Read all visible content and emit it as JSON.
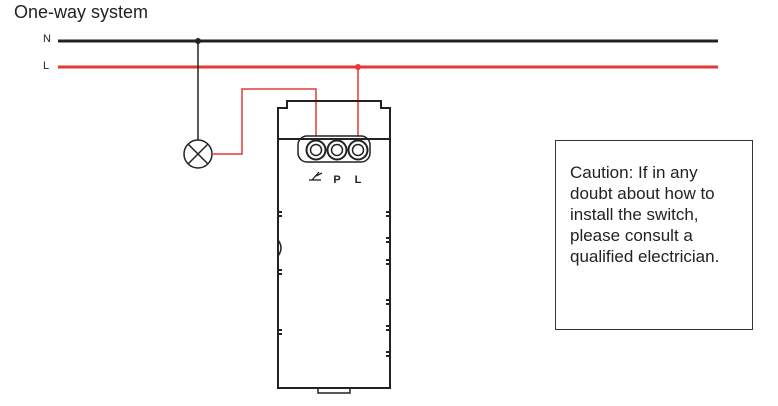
{
  "diagram": {
    "title": "One-way system",
    "wires": {
      "neutral_label": "N",
      "live_label": "L",
      "neutral_color": "#222222",
      "live_color": "#e53935"
    },
    "switch": {
      "terminal_labels": [
        "P",
        "L"
      ],
      "dimmer_terminal_icon": "dimmer-symbol-icon"
    },
    "lamp_icon": "lamp-cross-icon",
    "caution_text": "Caution: If in any doubt about how to install the switch, please consult a qualified electrician."
  }
}
